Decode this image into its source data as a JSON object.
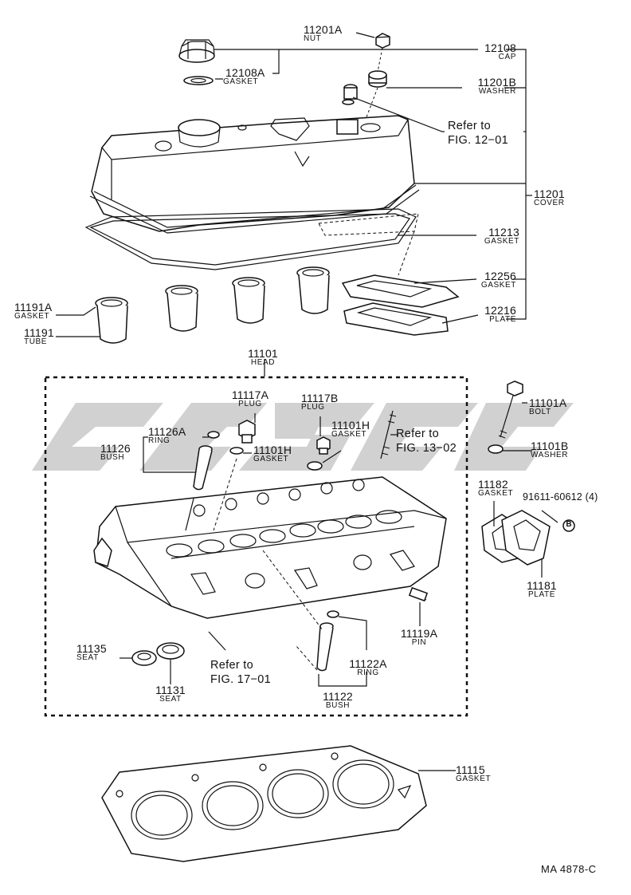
{
  "watermark": "CMS",
  "drawing_code": "MA  4878-C",
  "callouts": [
    {
      "id": "11201A",
      "num": "11201A",
      "desc": "NUT"
    },
    {
      "id": "12108",
      "num": "12108",
      "desc": "CAP"
    },
    {
      "id": "12108A",
      "num": "12108A",
      "desc": "GASKET"
    },
    {
      "id": "11201B",
      "num": "11201B",
      "desc": "WASHER"
    },
    {
      "id": "11201",
      "num": "11201",
      "desc": "COVER"
    },
    {
      "id": "11213",
      "num": "11213",
      "desc": "GASKET"
    },
    {
      "id": "12256",
      "num": "12256",
      "desc": "GASKET"
    },
    {
      "id": "12216",
      "num": "12216",
      "desc": "PLATE"
    },
    {
      "id": "11191A",
      "num": "11191A",
      "desc": "GASKET"
    },
    {
      "id": "11191",
      "num": "11191",
      "desc": "TUBE"
    },
    {
      "id": "11101",
      "num": "11101",
      "desc": "HEAD"
    },
    {
      "id": "11117A",
      "num": "11117A",
      "desc": "PLUG"
    },
    {
      "id": "11117B",
      "num": "11117B",
      "desc": "PLUG"
    },
    {
      "id": "11126A",
      "num": "11126A",
      "desc": "RING"
    },
    {
      "id": "11126",
      "num": "11126",
      "desc": "BUSH"
    },
    {
      "id": "11101H_a",
      "num": "11101H",
      "desc": "GASKET"
    },
    {
      "id": "11101H_b",
      "num": "11101H",
      "desc": "GASKET"
    },
    {
      "id": "11101A",
      "num": "11101A",
      "desc": "BOLT"
    },
    {
      "id": "11101B",
      "num": "11101B",
      "desc": "WASHER"
    },
    {
      "id": "11182",
      "num": "11182",
      "desc": "GASKET"
    },
    {
      "id": "91611",
      "num": "91611-60612 (4)",
      "desc": ""
    },
    {
      "id": "11181",
      "num": "11181",
      "desc": "PLATE"
    },
    {
      "id": "11119A",
      "num": "11119A",
      "desc": "PIN"
    },
    {
      "id": "11135",
      "num": "11135",
      "desc": "SEAT"
    },
    {
      "id": "11131",
      "num": "11131",
      "desc": "SEAT"
    },
    {
      "id": "11122A",
      "num": "11122A",
      "desc": "RING"
    },
    {
      "id": "11122",
      "num": "11122",
      "desc": "BUSH"
    },
    {
      "id": "11115",
      "num": "11115",
      "desc": "GASKET"
    }
  ],
  "references": [
    {
      "id": "ref_12",
      "line1": "Refer to",
      "line2": "FIG. 12−01"
    },
    {
      "id": "ref_13",
      "line1": "Refer to",
      "line2": "FIG. 13−02"
    },
    {
      "id": "ref_17",
      "line1": "Refer to",
      "line2": "FIG. 17−01"
    }
  ],
  "marker_b": "B"
}
